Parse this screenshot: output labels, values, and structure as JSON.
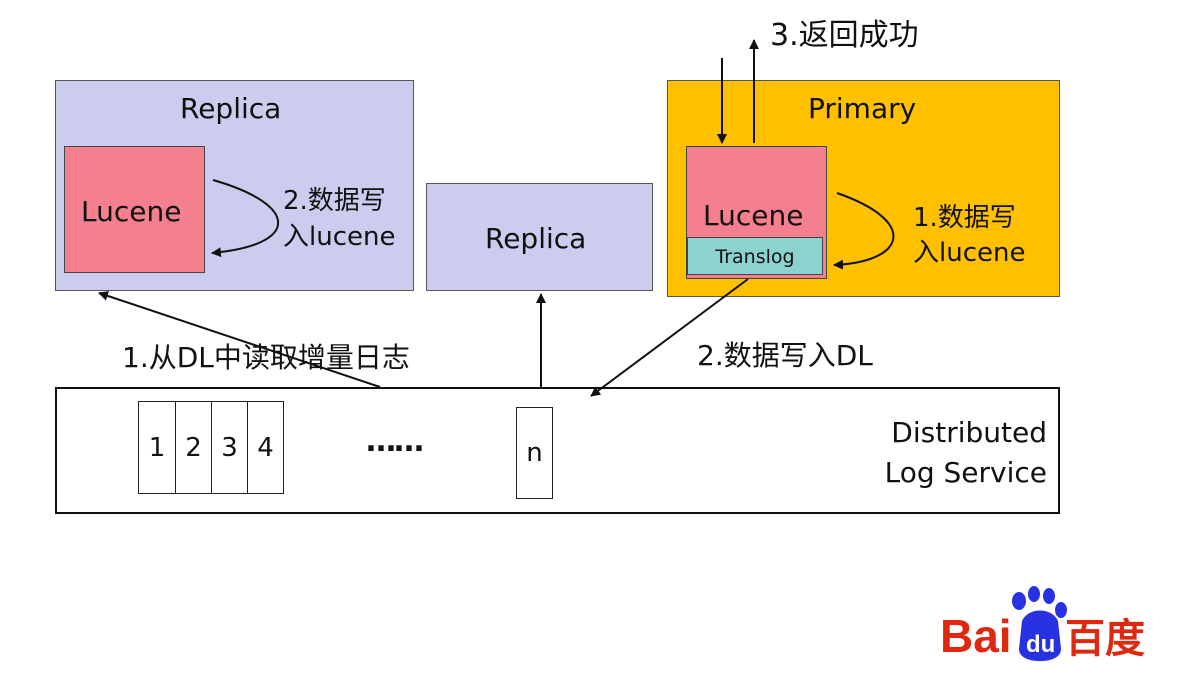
{
  "replica_left": {
    "title": "Replica",
    "lucene": "Lucene",
    "step_line1": "2.数据写",
    "step_line2": "入lucene"
  },
  "replica_mid": {
    "title": "Replica"
  },
  "primary": {
    "title": "Primary",
    "lucene": "Lucene",
    "translog": "Translog",
    "step_line1": "1.数据写",
    "step_line2": "入lucene"
  },
  "top_label": "3.返回成功",
  "edge_labels": {
    "read_incremental": "1.从DL中读取增量日志",
    "write_dl": "2.数据写入DL"
  },
  "log_service": {
    "cells": [
      "1",
      "2",
      "3",
      "4"
    ],
    "ellipsis": "……",
    "last_cell": "n",
    "title_line1": "Distributed",
    "title_line2": "Log Service"
  },
  "logo": {
    "text_latin": "Bai",
    "text_du": "du",
    "text_cn": "百度",
    "colors": {
      "red": "#de2910",
      "blue": "#2932e1"
    }
  },
  "colors": {
    "replica": "#ccccee",
    "primary": "#ffc000",
    "lucene": "#f47f8f",
    "translog": "#8cd3cf"
  }
}
